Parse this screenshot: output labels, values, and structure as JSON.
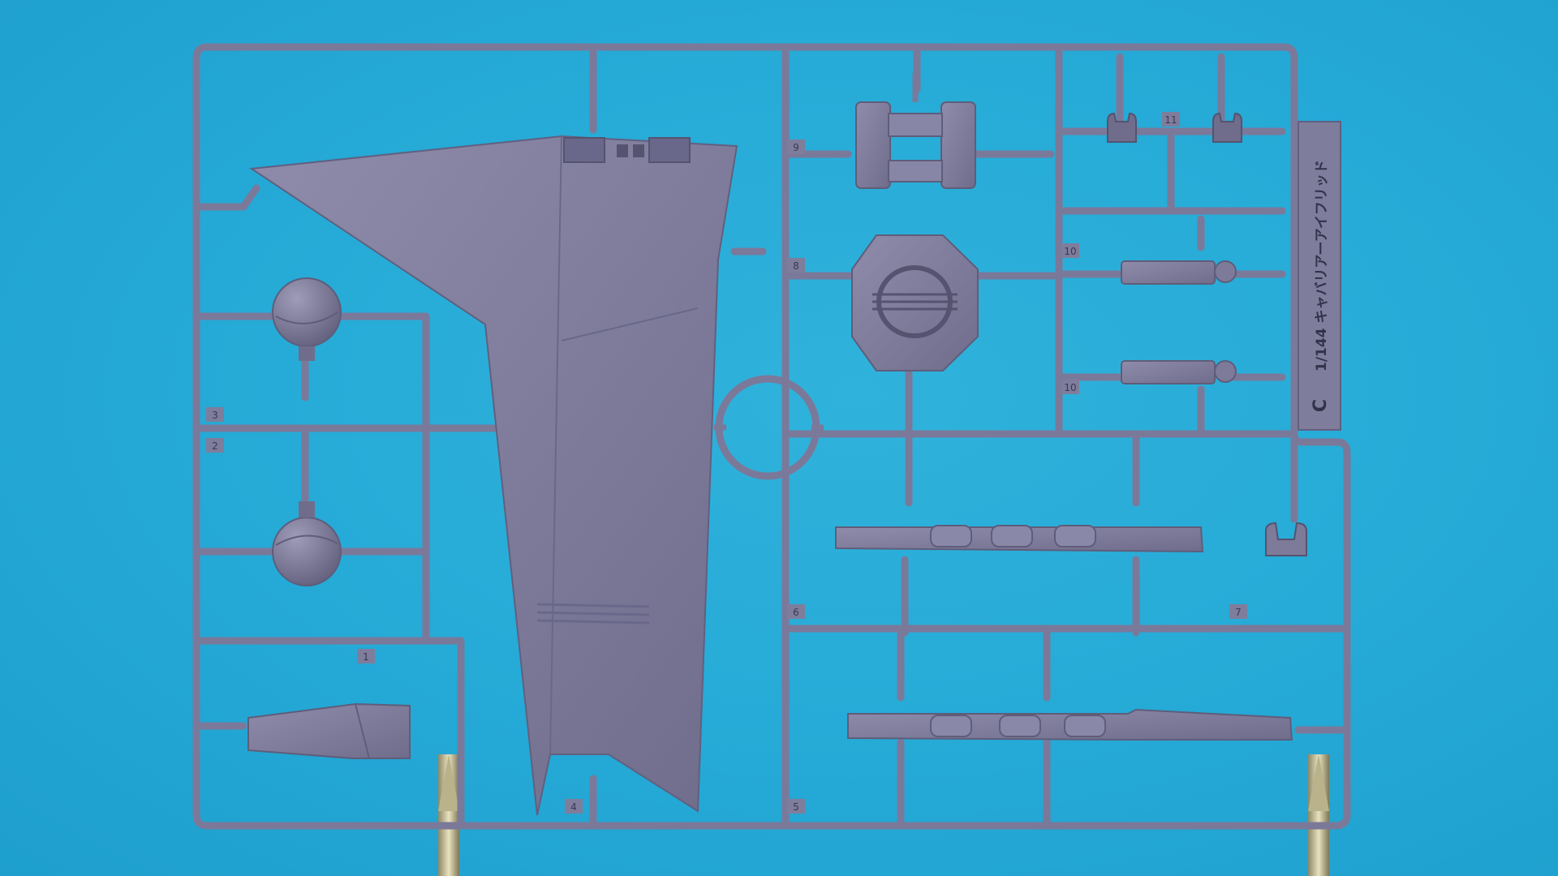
{
  "sprue": {
    "letter": "C",
    "title": "1/144 キャバリアーアイフリッド",
    "part_numbers": [
      "1",
      "2",
      "3",
      "4",
      "5",
      "6",
      "7",
      "8",
      "9",
      "10",
      "10",
      "11"
    ]
  },
  "colors": {
    "background": "#25a9d6",
    "plastic": "#7d7b99",
    "plastic_light": "#8e8caa",
    "plastic_dark": "#5f5d7a",
    "stand_metal": "#c9c29a"
  }
}
